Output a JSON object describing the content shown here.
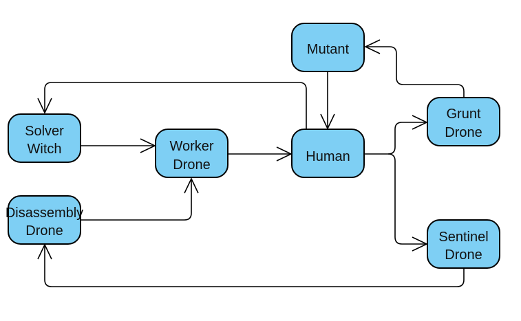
{
  "diagram": {
    "nodes": {
      "solver_witch": {
        "line1": "Solver",
        "line2": "Witch"
      },
      "worker_drone": {
        "line1": "Worker",
        "line2": "Drone"
      },
      "disassembly_drone": {
        "line1": "Disassembly",
        "line2": "Drone"
      },
      "human": {
        "line1": "Human"
      },
      "mutant": {
        "line1": "Mutant"
      },
      "grunt_drone": {
        "line1": "Grunt",
        "line2": "Drone"
      },
      "sentinel_drone": {
        "line1": "Sentinel",
        "line2": "Drone"
      }
    },
    "colors": {
      "node_fill": "#7ecff4",
      "node_stroke": "#000000",
      "edge": "#000000"
    }
  }
}
